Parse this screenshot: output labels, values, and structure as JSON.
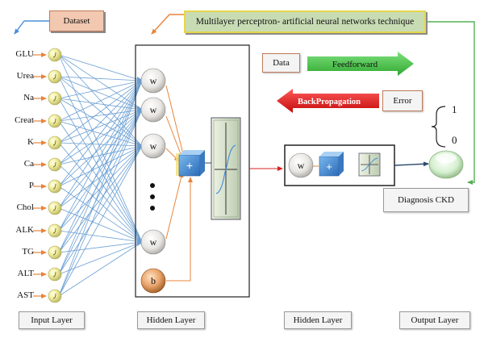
{
  "dataset_label": "Dataset",
  "title": "Multilayer perceptron- artificial neural networks technique",
  "inputs": [
    "GLU",
    "Urea",
    "Na",
    "Creat",
    "K",
    "Ca",
    "P",
    "Chol",
    "ALK",
    "TG",
    "ALT",
    "AST"
  ],
  "neuron_weight_label": "w",
  "bias_label": "b",
  "sum_symbol": "+",
  "data_label": "Data",
  "feedforward_label": "Feedforward",
  "backprop_label": "BackPropagation",
  "error_label": "Error",
  "output_values": [
    "1",
    "0"
  ],
  "diagnosis_label": "Diagnosis CKD",
  "layer_labels": {
    "input": "Input Layer",
    "hidden1": "Hidden Layer",
    "hidden2": "Hidden Layer",
    "output": "Output Layer"
  },
  "colors": {
    "connection": "#6a9fd4",
    "arrow_orange": "#e8843a",
    "feedforward": "#3fbf3f",
    "backprop": "#e01818",
    "title_box": "#c8dcb4",
    "dataset_box": "#f2c8b0",
    "cube": "#4a90d9",
    "output_line": "#2a4a6a",
    "diagnosis_line": "#55b055"
  }
}
